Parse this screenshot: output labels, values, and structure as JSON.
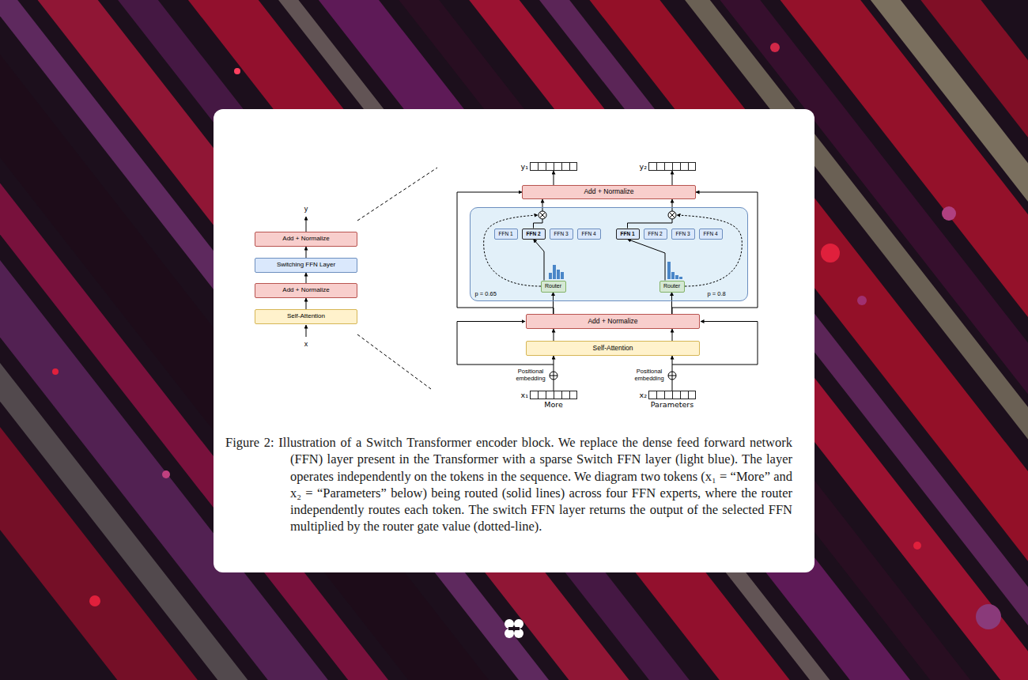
{
  "diagram": {
    "caption": "Figure 2: Illustration of a Switch Transformer encoder block. We replace the dense feed forward network (FFN) layer present in the Transformer with a sparse Switch FFN layer (light blue). The layer operates independently on the tokens in the sequence. We diagram two tokens (x₁ = “More” and x₂ = “Parameters” below) being routed (solid lines) across four FFN experts, where the router independently routes each token. The switch FFN layer returns the output of the selected FFN multiplied by the router gate value (dotted-line).",
    "nodes": [
      {
        "text": [
          "Add + Normalize"
        ]
      },
      {
        "text": [
          "Switching FFN Layer"
        ]
      },
      {
        "text": [
          "Add + Normalize"
        ]
      },
      {
        "text": [
          "Self-Attention"
        ]
      },
      {
        "text": [
          "y₁"
        ]
      },
      {
        "text": [
          "y₂"
        ]
      },
      {
        "text": [
          "Add + Normalize"
        ]
      },
      {
        "text": [
          "p = 0.65",
          "p = 0.8"
        ]
      },
      {
        "text": [
          "FFN 1"
        ],
        "in": 7
      },
      {
        "text": [
          "FFN 2"
        ],
        "in": 7
      },
      {
        "text": [
          "FFN 3"
        ],
        "in": 7
      },
      {
        "text": [
          "FFN 4"
        ],
        "in": 7
      },
      {
        "text": [
          "FFN 1"
        ],
        "in": 7
      },
      {
        "text": [
          "FFN 2"
        ],
        "in": 7
      },
      {
        "text": [
          "FFN 3"
        ],
        "in": 7
      },
      {
        "text": [
          "FFN 4"
        ],
        "in": 7
      },
      {
        "text": [
          "Router"
        ],
        "in": 7
      },
      {
        "text": [
          "Router"
        ],
        "in": 7
      },
      {
        "text": [
          "Add + Normalize"
        ]
      },
      {
        "text": [
          "Self-Attention"
        ]
      },
      {
        "text": [
          "x₁",
          "More"
        ]
      },
      {
        "text": [
          "x₂",
          "Parameters"
        ]
      }
    ],
    "edges": [
      {
        "from": 3,
        "to": 2,
        "arrow": "to"
      },
      {
        "from": 2,
        "to": 1,
        "arrow": "to"
      },
      {
        "from": 1,
        "to": 0,
        "arrow": "to"
      },
      {
        "from": 6,
        "to": 4,
        "arrow": "to"
      },
      {
        "from": 6,
        "to": 5,
        "arrow": "to"
      },
      {
        "from": 9,
        "to": 6,
        "arrow": "to"
      },
      {
        "from": 12,
        "to": 6,
        "arrow": "to"
      },
      {
        "from": 16,
        "to": 9,
        "arrow": "to"
      },
      {
        "from": 17,
        "to": 12,
        "arrow": "to"
      },
      {
        "from": 18,
        "to": 16,
        "arrow": "to"
      },
      {
        "from": 18,
        "to": 17,
        "arrow": "to"
      },
      {
        "from": 18,
        "to": 6,
        "arrow": "to"
      },
      {
        "from": 18,
        "to": 6,
        "arrow": "to"
      },
      {
        "from": 19,
        "to": 18,
        "arrow": "to"
      },
      {
        "from": 19,
        "to": 18,
        "arrow": "to"
      },
      {
        "from": 20,
        "to": 19,
        "arrow": "to"
      },
      {
        "from": 21,
        "to": 19,
        "arrow": "to"
      }
    ],
    "labels": [
      "y",
      "x",
      "Positional embedding",
      "Positional embedding"
    ]
  }
}
